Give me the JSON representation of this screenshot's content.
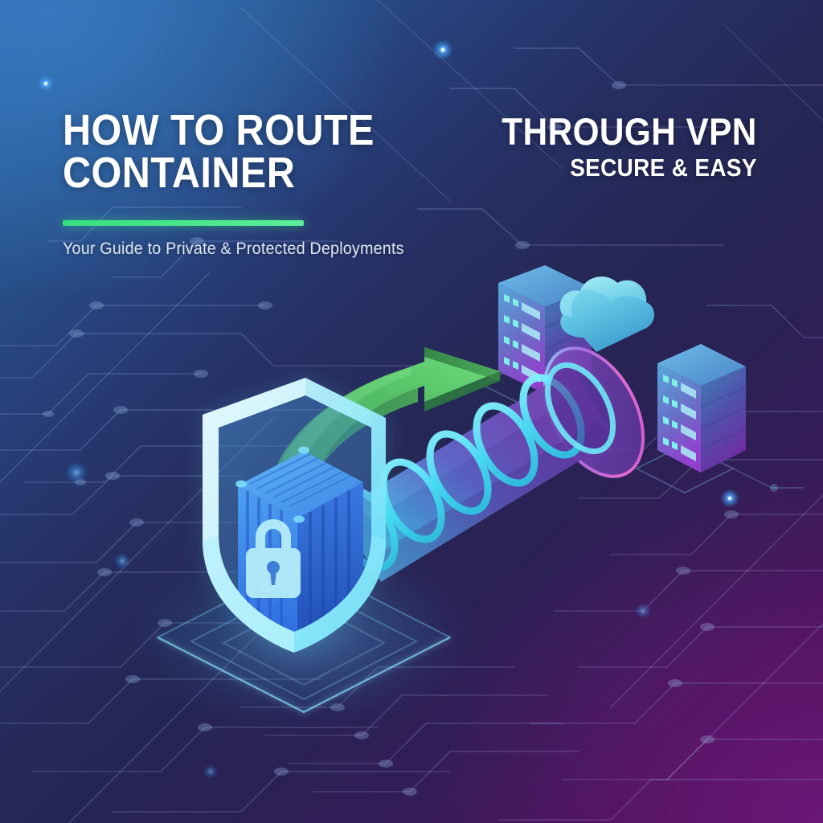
{
  "poster": {
    "headline_left_line1": "HOW TO ROUTE",
    "headline_left_line2": "CONTAINER",
    "headline_right_line1": "THROUGH VPN",
    "headline_right_line2": "SECURE & EASY",
    "subtitle": "Your Guide to Private & Protected Deployments",
    "colors": {
      "bg_top_left": "#2c6db2",
      "bg_top_right": "#231f4d",
      "bg_bottom_left": "#232a5c",
      "bg_bottom_right": "#4d1154",
      "accent_green": "#3ee07f",
      "arrow_green_dark": "#3aa34d",
      "arrow_green_light": "#6ee07a",
      "tunnel_cyan": "#4fe9f5",
      "tunnel_purple": "#7a3fb0",
      "tunnel_rim_pink": "#d croissant",
      "shield_cyan": "#aef3ff",
      "container_blue": "#2f6fe0",
      "server_blue": "#4ea6d8",
      "server_purple": "#8b3fd0",
      "cloud_cyan": "#58c4e0",
      "text_white": "#ffffff",
      "subtitle_grey": "#dfe8f6"
    },
    "illustration": {
      "shield_label": "security-shield",
      "container_label": "docker-container",
      "lock_label": "padlock",
      "tunnel_label": "vpn-tunnel",
      "arrow_label": "routing-arrow",
      "cloud_label": "cloud",
      "server_left_label": "server-rack-left",
      "server_right_label": "server-rack-right",
      "server_bay_count": 4
    }
  }
}
